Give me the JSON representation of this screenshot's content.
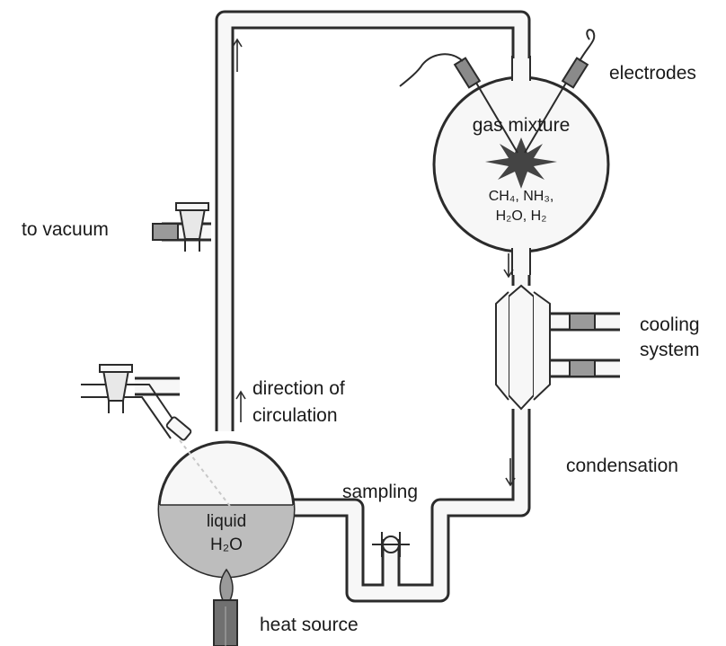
{
  "labels": {
    "electrodes": "electrodes",
    "gas_mixture": "gas mixture",
    "gas_formula_line1": "CH₄, NH₃,",
    "gas_formula_line2": "H₂O, H₂",
    "to_vacuum": "to vacuum",
    "cooling_line1": "cooling",
    "cooling_line2": "system",
    "direction_line1": "direction of",
    "direction_line2": "circulation",
    "condensation": "condensation",
    "sampling": "sampling",
    "liquid_line1": "liquid",
    "liquid_line2": "H₂O",
    "heat_source": "heat source"
  },
  "colors": {
    "glass_outline": "#2b2b2b",
    "glass_fill": "#f7f7f7",
    "liquid": "#bdbdbd",
    "stopcock": "#9a9a9a",
    "spark": "#444444"
  }
}
